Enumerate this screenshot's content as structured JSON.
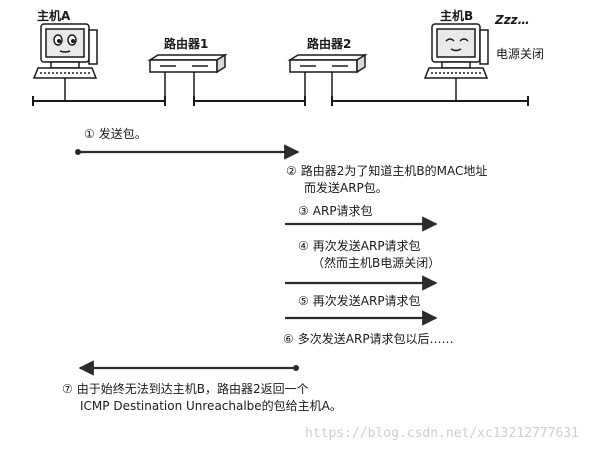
{
  "network": {
    "host_a": "主机A",
    "router_1": "路由器1",
    "router_2": "路由器2",
    "host_b": "主机B",
    "sleep_mark": "Zzz…",
    "host_b_status": "电源关闭"
  },
  "steps": [
    {
      "num": "①",
      "lines": [
        "发送包。"
      ]
    },
    {
      "num": "②",
      "lines": [
        "路由器2为了知道主机B的MAC地址",
        "而发送ARP包。"
      ]
    },
    {
      "num": "③",
      "lines": [
        "ARP请求包"
      ]
    },
    {
      "num": "④",
      "lines": [
        "再次发送ARP请求包",
        "（然而主机B电源关闭）"
      ]
    },
    {
      "num": "⑤",
      "lines": [
        "再次发送ARP请求包"
      ]
    },
    {
      "num": "⑥",
      "lines": [
        "多次发送ARP请求包以后……"
      ]
    },
    {
      "num": "⑦",
      "lines": [
        "由于始终无法到达主机B，路由器2返回一个",
        "ICMP Destination Unreachalbe的包给主机A。"
      ]
    }
  ],
  "watermark": "https://blog.csdn.net/xc13212777631",
  "colors": {
    "ink": "#1a1a1a",
    "arrow": "#2b2b2b",
    "screen": "#e9e9e9",
    "watermark": "#cfcfcf"
  }
}
